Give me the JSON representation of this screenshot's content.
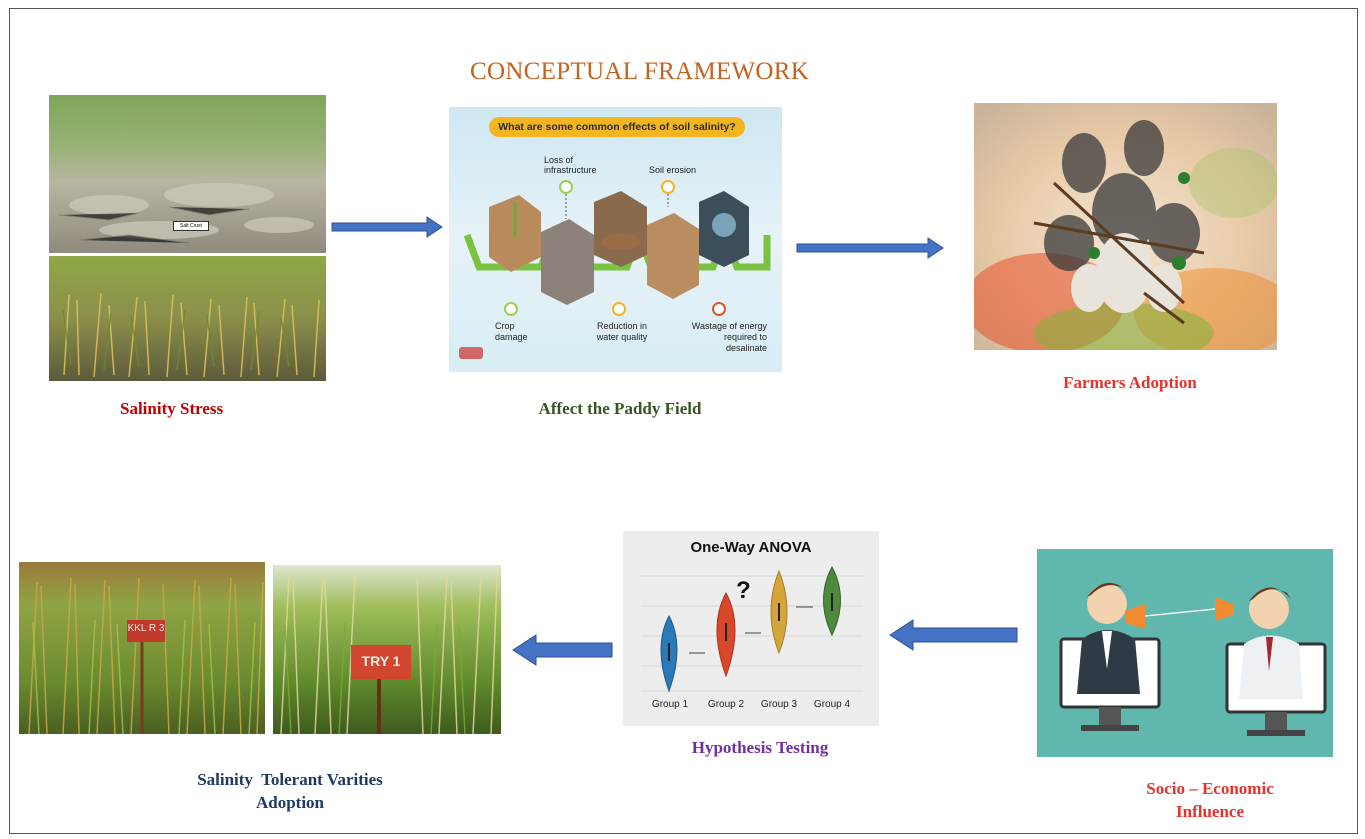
{
  "title": "CONCEPTUAL FRAMEWORK",
  "nodes": {
    "salinity_stress": {
      "caption": "Salinity Stress",
      "photo_tag": "Salt Crust"
    },
    "affect_paddy": {
      "caption": "Affect the Paddy Field",
      "infographic": {
        "banner": "What are some common effects of soil salinity?",
        "top_label_1": "Loss of infrastructure",
        "top_label_2": "Soil erosion",
        "bottom_label_1": "Crop damage",
        "bottom_label_2": "Reduction in water quality",
        "bottom_label_3": "Wastage of energy required to desalinate"
      }
    },
    "farmers_adoption": {
      "caption": "Farmers Adoption"
    },
    "socio_economic": {
      "caption_line1": "Socio – Economic",
      "caption_line2": "Influence"
    },
    "hypothesis_testing": {
      "caption": "Hypothesis Testing",
      "anova": {
        "title": "One-Way ANOVA",
        "question": "?",
        "groups": [
          "Group 1",
          "Group 2",
          "Group 3",
          "Group 4"
        ]
      }
    },
    "tolerant_varieties": {
      "caption_line1": "Salinity  Tolerant Varities",
      "caption_line2": "Adoption",
      "sign_1": "KKL R 3",
      "sign_2": "TRY 1"
    }
  },
  "colors": {
    "title": "#c5621f",
    "arrow_fill": "#4472c4",
    "arrow_stroke": "#2f528f",
    "caption_red": "#c00000",
    "caption_green": "#375623",
    "caption_purple": "#7030a0",
    "caption_navy": "#1f3864",
    "violin_blue": "#2a7ab8",
    "violin_red": "#d9472b",
    "violin_yellow": "#d6a53a",
    "violin_green": "#4d8a3e"
  }
}
